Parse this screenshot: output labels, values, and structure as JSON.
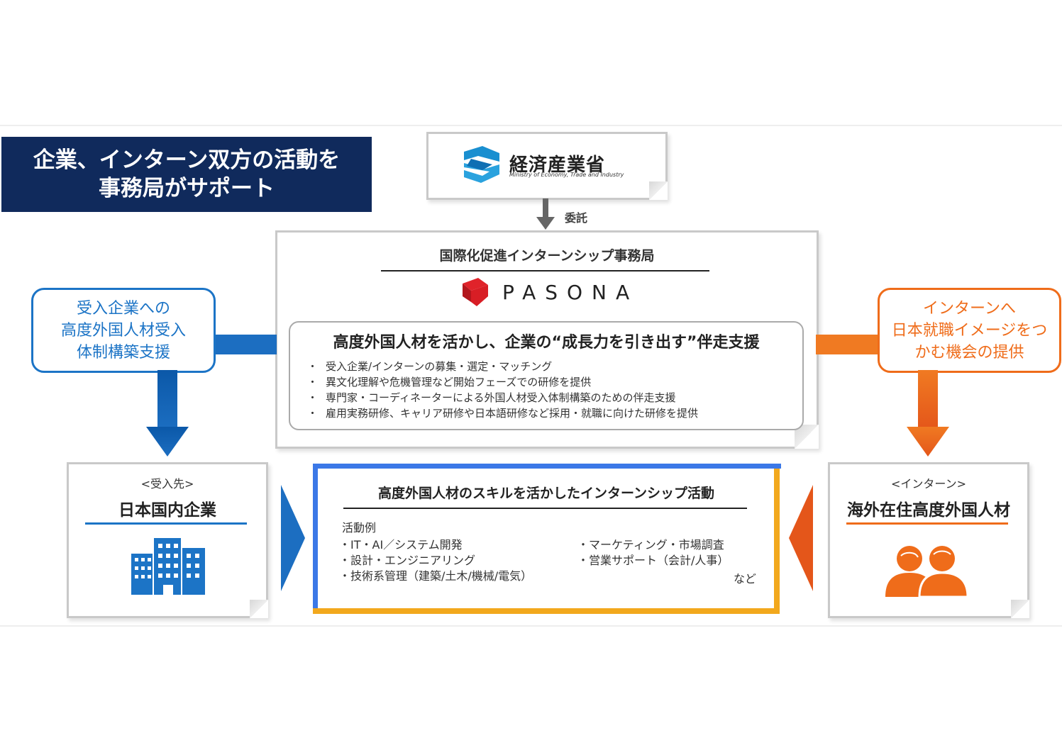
{
  "banner": {
    "line1": "企業、インターン双方の活動を",
    "line2": "事務局がサポート"
  },
  "meti": {
    "name": "経済産業省",
    "name_en": "Ministry of Economy, Trade and Industry"
  },
  "delegation_label": "委託",
  "secretariat": {
    "title": "国際化促進インターンシップ事務局",
    "logo_text": "PASONA",
    "support_title": "高度外国人材を活かし、企業の“成長力を引き出す”伴走支援",
    "bullets": [
      "受入企業/インターンの募集・選定・マッチング",
      "異文化理解や危機管理など開始フェーズでの研修を提供",
      "専門家・コーディネーターによる外国人材受入体制構築のための伴走支援",
      "雇用実務研修、キャリア研修や日本語研修など採用・就職に向けた研修を提供"
    ]
  },
  "left_bubble": {
    "line1": "受入企業への",
    "line2": "高度外国人材受入",
    "line3": "体制構築支援"
  },
  "right_bubble": {
    "line1": "インターンへ",
    "line2": "日本就職イメージをつ",
    "line3": "かむ機会の提供"
  },
  "company_box": {
    "sub": "<受入先>",
    "main": "日本国内企業"
  },
  "intern_box": {
    "sub": "<インターン>",
    "main": "海外在住高度外国人材"
  },
  "activity": {
    "title": "高度外国人材のスキルを活かしたインターンシップ活動",
    "label": "活動例",
    "left_items": [
      "IT・AI／システム開発",
      "設計・エンジニアリング",
      "技術系管理（建築/土木/機械/電気）"
    ],
    "right_items": [
      "マーケティング・市場調査",
      "営業サポート（会計/人事）"
    ],
    "etc": "など"
  },
  "colors": {
    "navy": "#102a5c",
    "blue": "#1c74c6",
    "orange": "#ef6c1a",
    "activity_blue": "#3b78e7",
    "activity_yellow": "#f2a81d"
  }
}
